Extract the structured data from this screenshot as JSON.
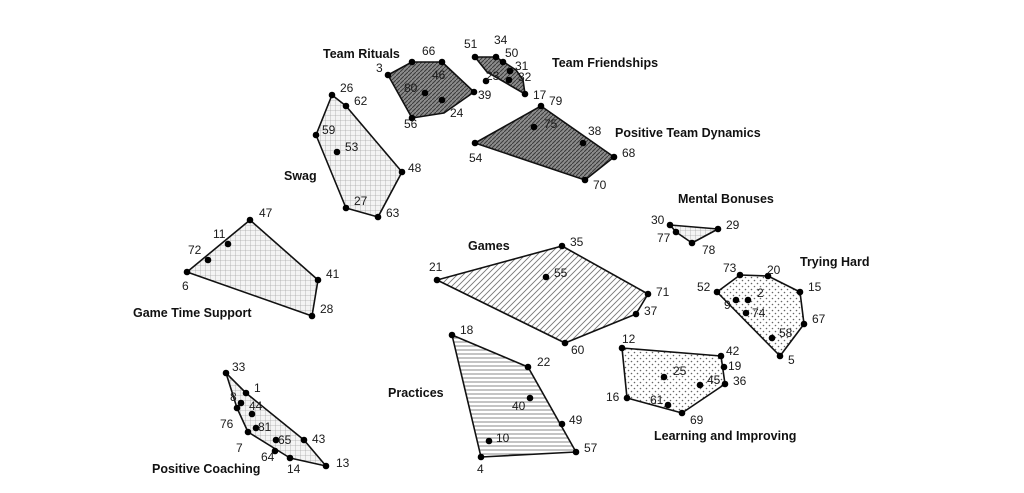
{
  "clusters": [
    {
      "id": "team-rituals",
      "label": "Team Rituals",
      "pattern": "dense-hatch",
      "points": [
        {
          "id": "3"
        },
        {
          "id": "66"
        },
        {
          "id": "46"
        },
        {
          "id": "80"
        },
        {
          "id": "39"
        },
        {
          "id": "24"
        },
        {
          "id": "56"
        }
      ]
    },
    {
      "id": "team-friendships",
      "label": "Team Friendships",
      "pattern": "dense-hatch",
      "points": [
        {
          "id": "51"
        },
        {
          "id": "34"
        },
        {
          "id": "50"
        },
        {
          "id": "31"
        },
        {
          "id": "23"
        },
        {
          "id": "32"
        },
        {
          "id": "17"
        }
      ]
    },
    {
      "id": "positive-team-dynamics",
      "label": "Positive Team Dynamics",
      "pattern": "dense-hatch",
      "points": [
        {
          "id": "79"
        },
        {
          "id": "75"
        },
        {
          "id": "38"
        },
        {
          "id": "54"
        },
        {
          "id": "68"
        },
        {
          "id": "70"
        }
      ]
    },
    {
      "id": "swag",
      "label": "Swag",
      "pattern": "grid",
      "points": [
        {
          "id": "26"
        },
        {
          "id": "62"
        },
        {
          "id": "59"
        },
        {
          "id": "53"
        },
        {
          "id": "48"
        },
        {
          "id": "27"
        },
        {
          "id": "63"
        }
      ]
    },
    {
      "id": "mental-bonuses",
      "label": "Mental Bonuses",
      "pattern": "grid",
      "points": [
        {
          "id": "30"
        },
        {
          "id": "29"
        },
        {
          "id": "77"
        },
        {
          "id": "78"
        }
      ]
    },
    {
      "id": "trying-hard",
      "label": "Trying Hard",
      "pattern": "dots",
      "points": [
        {
          "id": "73"
        },
        {
          "id": "20"
        },
        {
          "id": "15"
        },
        {
          "id": "52"
        },
        {
          "id": "2"
        },
        {
          "id": "9"
        },
        {
          "id": "74"
        },
        {
          "id": "67"
        },
        {
          "id": "58"
        },
        {
          "id": "5"
        }
      ]
    },
    {
      "id": "games",
      "label": "Games",
      "pattern": "diagonal",
      "points": [
        {
          "id": "35"
        },
        {
          "id": "21"
        },
        {
          "id": "55"
        },
        {
          "id": "71"
        },
        {
          "id": "37"
        },
        {
          "id": "60"
        }
      ]
    },
    {
      "id": "game-time-support",
      "label": "Game Time Support",
      "pattern": "grid",
      "points": [
        {
          "id": "47"
        },
        {
          "id": "11"
        },
        {
          "id": "72"
        },
        {
          "id": "6"
        },
        {
          "id": "41"
        },
        {
          "id": "28"
        }
      ]
    },
    {
      "id": "practices",
      "label": "Practices",
      "pattern": "horizontal",
      "points": [
        {
          "id": "18"
        },
        {
          "id": "22"
        },
        {
          "id": "40"
        },
        {
          "id": "49"
        },
        {
          "id": "10"
        },
        {
          "id": "57"
        },
        {
          "id": "4"
        }
      ]
    },
    {
      "id": "learning-and-improving",
      "label": "Learning and Improving",
      "pattern": "dots",
      "points": [
        {
          "id": "12"
        },
        {
          "id": "42"
        },
        {
          "id": "19"
        },
        {
          "id": "25"
        },
        {
          "id": "45"
        },
        {
          "id": "36"
        },
        {
          "id": "16"
        },
        {
          "id": "61"
        },
        {
          "id": "69"
        }
      ]
    },
    {
      "id": "positive-coaching",
      "label": "Positive Coaching",
      "pattern": "grid",
      "points": [
        {
          "id": "33"
        },
        {
          "id": "1"
        },
        {
          "id": "8"
        },
        {
          "id": "44"
        },
        {
          "id": "76"
        },
        {
          "id": "81"
        },
        {
          "id": "7"
        },
        {
          "id": "65"
        },
        {
          "id": "43"
        },
        {
          "id": "64"
        },
        {
          "id": "14"
        },
        {
          "id": "13"
        }
      ]
    }
  ]
}
